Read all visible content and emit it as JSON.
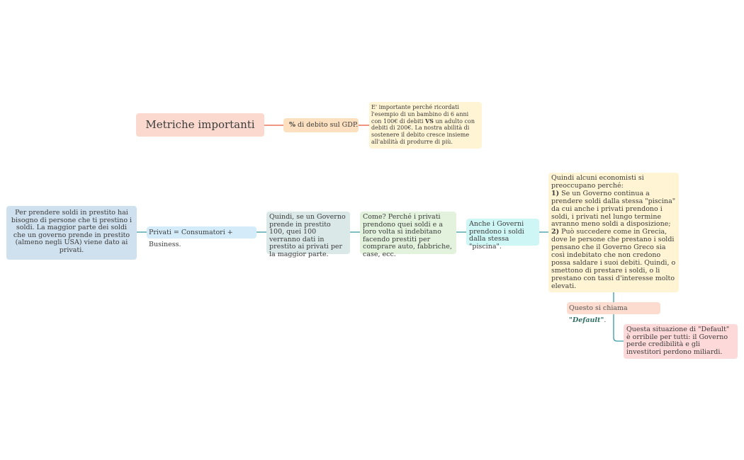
{
  "title": "Metriche importanti",
  "gdp": {
    "strong": "%",
    "text": " di debito sul GDP."
  },
  "note_gdp": {
    "part1": "E' importante perché ricordati l'esempio di un bambino di 6 anni con 100€ di debiti ",
    "vs": "VS",
    "part2": " un adulto con debiti di 200€. La nostra abilità di sostenere il debito cresce insieme all'abilità di produrre di più."
  },
  "left_node": "Per prendere soldi in prestito hai bisogno di persone che ti prestino i soldi. La maggior parte dei soldi che un governo prende in prestito (almeno negli USA) viene dato ai privati.",
  "privati": "Privati = Consumatori + Business.",
  "quindi_node": "Quindi, se un Governo prende in prestito 100, quei 100 verranno dati in prestito ai privati per la maggior parte.",
  "come_node": "Come? Perché i privati prendono quei soldi e a loro volta si indebitano facendo prestiti per comprare auto, fabbriche, case, ecc.",
  "anche_node": "Anche i Governi prendono i soldi dalla stessa \"piscina\".",
  "econ": {
    "intro": "Quindi alcuni economisti si preoccupano perché:",
    "n1": "1)",
    "p1": " Se un Governo continua a prendere soldi dalla stessa \"piscina\" da cui anche i privati prendono i soldi, i privati nel lungo termine avranno meno soldi a disposizione;",
    "n2": "2)",
    "p2": " Può succedere come in Grecia, dove le persone che prestano i soldi pensano che il Governo Greco sia così indebitato che non credono possa saldare i suoi debiti. Quindi, o smettono di prestare i soldi, o li prestano con tassi d'interesse molto elevati."
  },
  "default_label": {
    "text": "Questo si chiama ",
    "em": "\"Default\"",
    "end": "."
  },
  "default_note": "Questa situazione di \"Default\" è orribile per tutti: il Governo perde credibilità e gli investitori perdono miliardi.",
  "colors": {
    "title_link": "#e8593a",
    "main_link": "#3a9aa6"
  }
}
